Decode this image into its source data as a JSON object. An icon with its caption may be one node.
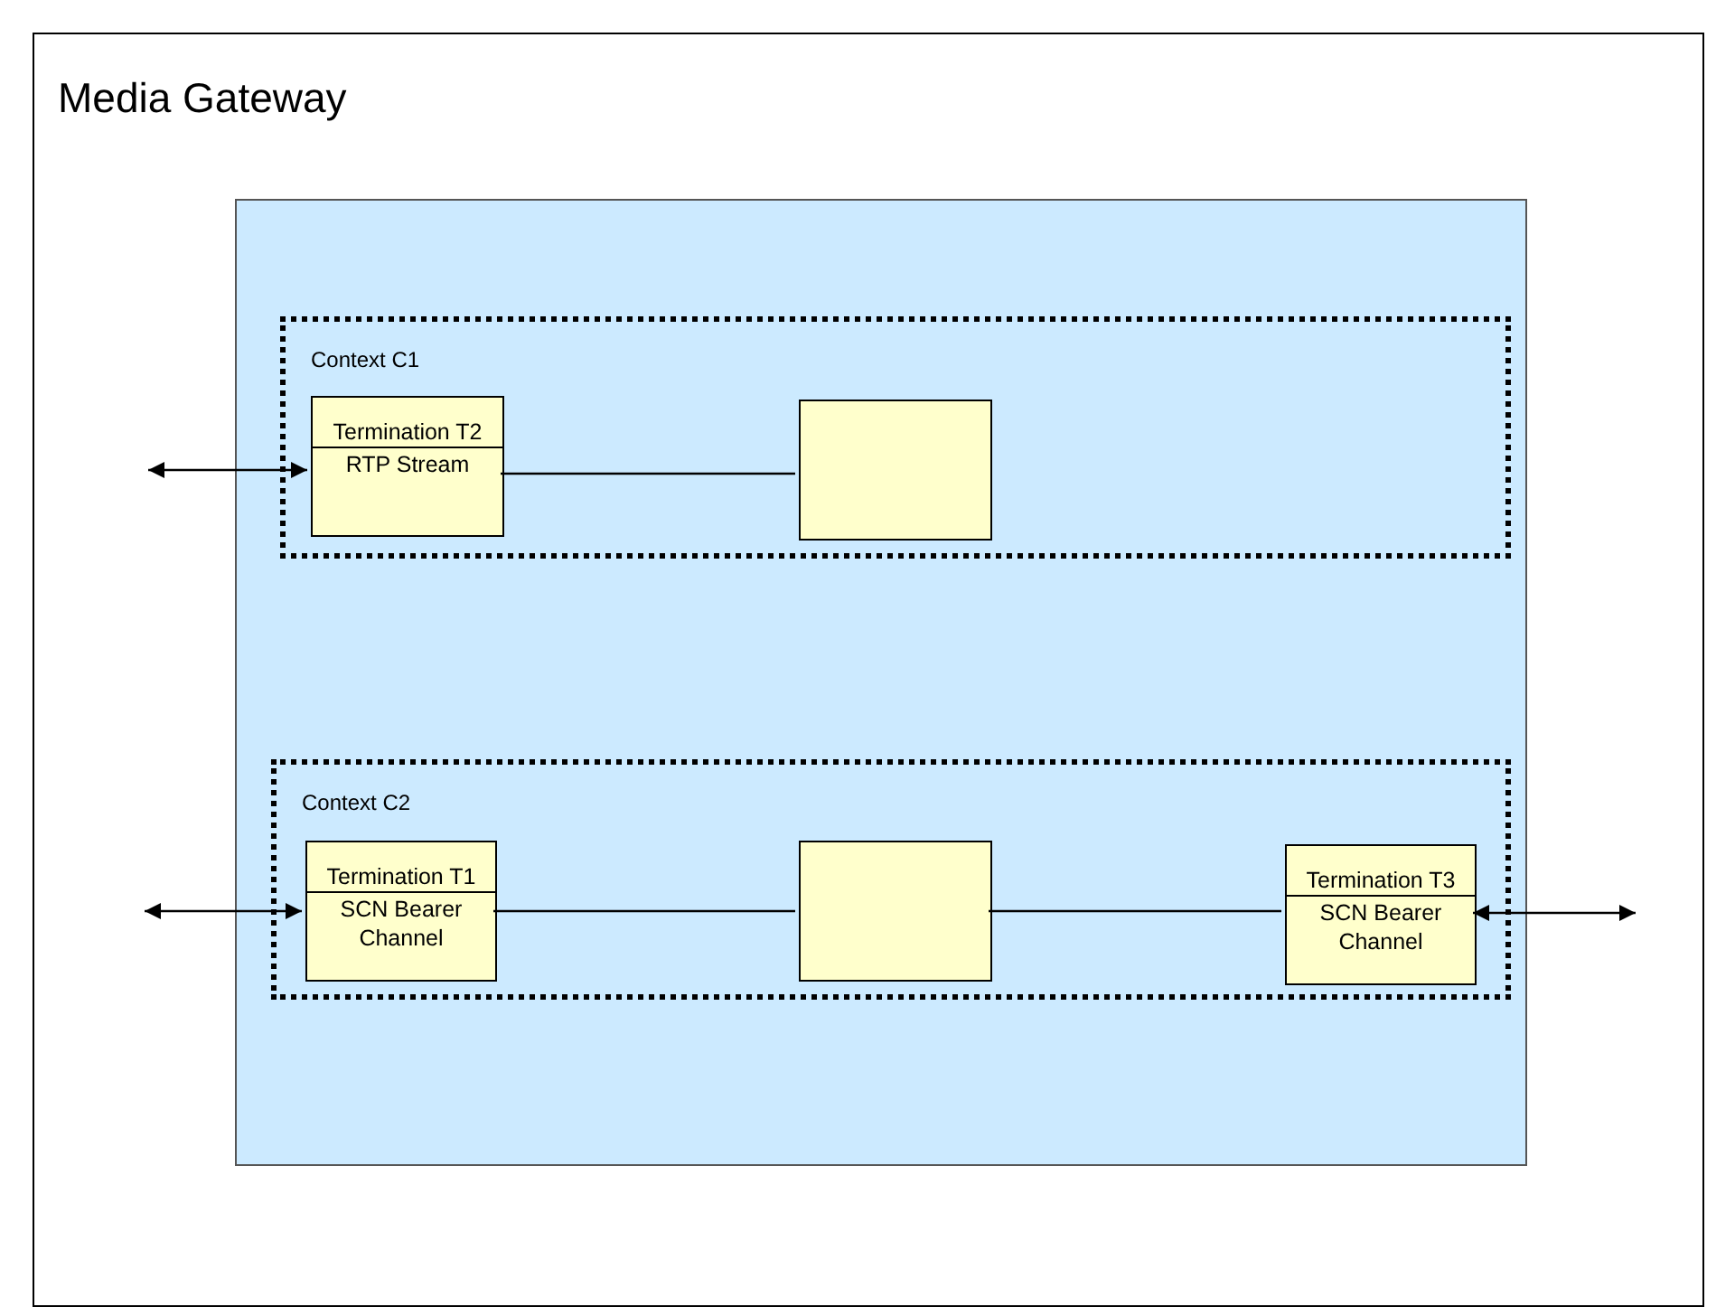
{
  "diagram": {
    "nodes": [
      {
        "text": [
          "Media Gateway"
        ]
      },
      {
        "text": [],
        "shape": "box",
        "in": 0
      },
      {
        "text": [
          "Context C1"
        ],
        "in": 1
      },
      {
        "text": [
          "Termination T2",
          "RTP Stream"
        ],
        "in": 2
      },
      {
        "text": [],
        "shape": "box",
        "in": 2
      },
      {
        "text": [
          "Context C2"
        ],
        "in": 1
      },
      {
        "text": [
          "Termination T1",
          "SCN Bearer Channel"
        ],
        "in": 5
      },
      {
        "text": [],
        "shape": "box",
        "in": 5
      },
      {
        "text": [
          "Termination T3",
          "SCN Bearer Channel"
        ],
        "in": 5
      }
    ],
    "edges": [
      {
        "from": null,
        "to": 3,
        "arrow": "both"
      },
      {
        "from": 3,
        "to": 4,
        "arrow": "none"
      },
      {
        "from": null,
        "to": 6,
        "arrow": "both"
      },
      {
        "from": 6,
        "to": 7,
        "arrow": "none"
      },
      {
        "from": 7,
        "to": 8,
        "arrow": "none"
      },
      {
        "from": 8,
        "to": null,
        "arrow": "both"
      }
    ]
  }
}
